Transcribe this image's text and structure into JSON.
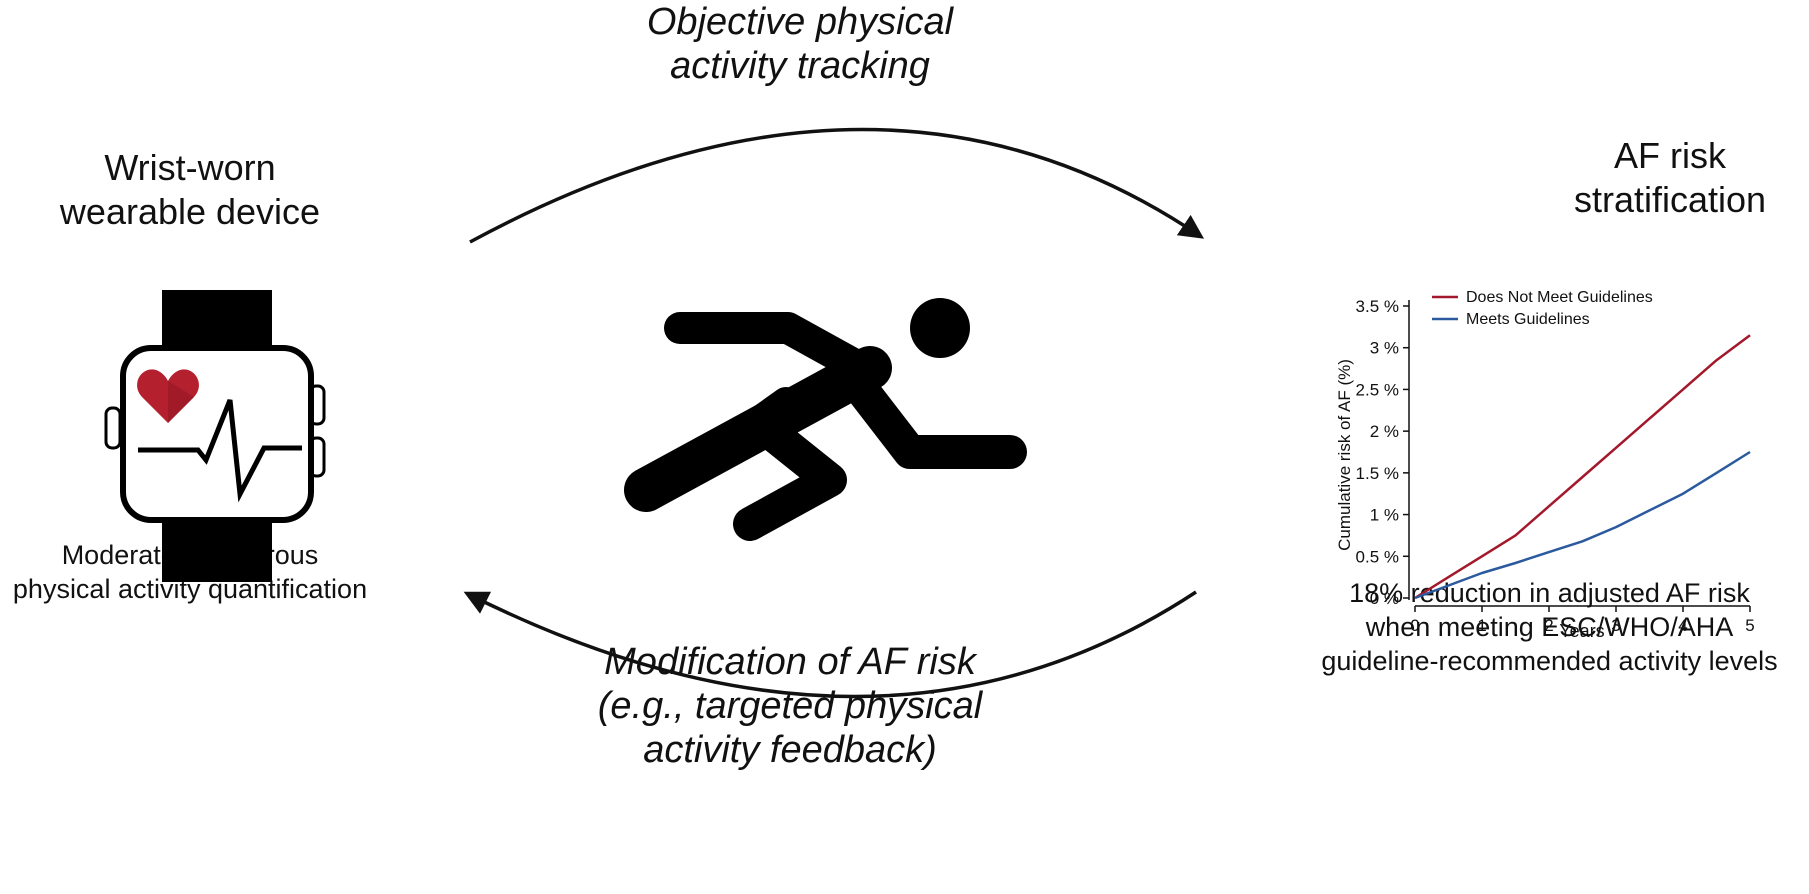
{
  "top_caption": {
    "line1": "Objective physical",
    "line2": "activity tracking"
  },
  "left": {
    "title_line1": "Wrist-worn",
    "title_line2": "wearable device",
    "caption_line1": "Moderate-to-vigorous",
    "caption_line2": "physical activity quantification"
  },
  "right": {
    "title_line1": "AF risk",
    "title_line2": "stratification",
    "caption_line1": "18% reduction in adjusted AF risk",
    "caption_line2": "when meeting ESC/WHO/AHA",
    "caption_line3": "guideline-recommended activity levels"
  },
  "bottom_caption": {
    "line1": "Modification of AF risk",
    "line2": "(e.g., targeted physical",
    "line3": "activity feedback)"
  },
  "colors": {
    "heart": "#b5202e",
    "not_meet": "#a3192b",
    "meets": "#2b5a9e",
    "ink": "#111111"
  },
  "icons": [
    "smartwatch-icon",
    "heart-icon",
    "ecg-trace-icon",
    "running-person-icon",
    "arrow-icon"
  ],
  "chart_data": {
    "type": "line",
    "title": "",
    "xlabel": "Years",
    "ylabel": "Cumulative risk of AF (%)",
    "xlim": [
      0,
      5
    ],
    "ylim": [
      0,
      3.5
    ],
    "xticks": [
      0,
      1,
      2,
      3,
      4,
      5
    ],
    "xtick_labels": [
      "0",
      "1",
      "2",
      "3",
      "4",
      "5"
    ],
    "yticks": [
      0,
      0.5,
      1,
      1.5,
      2,
      2.5,
      3,
      3.5
    ],
    "ytick_labels": [
      "0 %",
      "0.5 %",
      "1 %",
      "1.5 %",
      "2 %",
      "2.5 %",
      "3 %",
      "3.5 %"
    ],
    "grid": false,
    "legend_position": "top-left",
    "x": [
      0,
      0.5,
      1,
      1.5,
      2,
      2.5,
      3,
      3.5,
      4,
      4.5,
      5
    ],
    "series": [
      {
        "name": "Does Not Meet Guidelines",
        "values": [
          0,
          0.25,
          0.5,
          0.75,
          1.1,
          1.45,
          1.8,
          2.15,
          2.5,
          2.85,
          3.15
        ]
      },
      {
        "name": "Meets Guidelines",
        "values": [
          0,
          0.15,
          0.3,
          0.42,
          0.55,
          0.68,
          0.85,
          1.05,
          1.25,
          1.5,
          1.75
        ]
      }
    ]
  }
}
